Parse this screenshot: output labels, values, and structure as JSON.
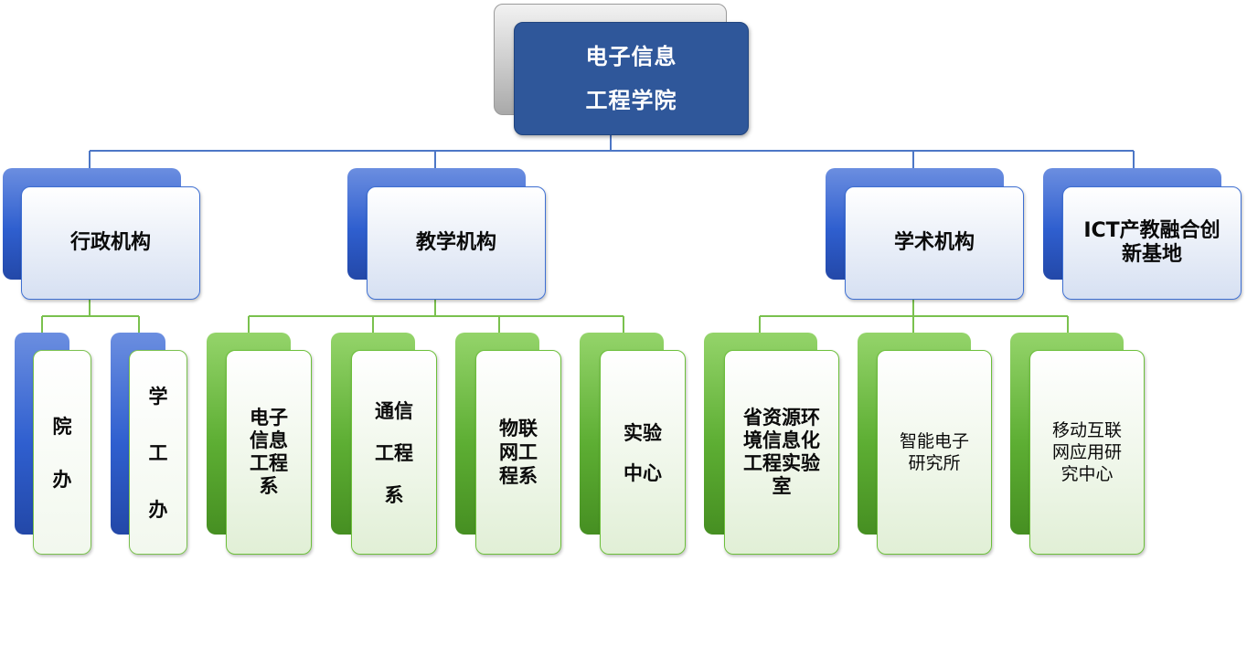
{
  "root": {
    "line1": "电子信息",
    "line2": "工程学院"
  },
  "branches": [
    {
      "label": "行政机构"
    },
    {
      "label": "教学机构"
    },
    {
      "label": "学术机构"
    },
    {
      "label_line1": "ICT产教融合创",
      "label_line2": "新基地"
    }
  ],
  "admin_units": [
    {
      "chars": [
        "院",
        "办"
      ]
    },
    {
      "chars": [
        "学",
        "工",
        "办"
      ]
    }
  ],
  "teaching_units": [
    {
      "lines": [
        "电子",
        "信息",
        "工程",
        "系"
      ]
    },
    {
      "lines": [
        "通信",
        "工程",
        "系"
      ]
    },
    {
      "lines": [
        "物联",
        "网工",
        "程系"
      ]
    },
    {
      "lines": [
        "实验",
        "中心"
      ]
    }
  ],
  "academic_units": [
    {
      "lines": [
        "省资源环",
        "境信息化",
        "工程实验",
        "室"
      ]
    },
    {
      "lines": [
        "智能电子",
        "研究所"
      ]
    },
    {
      "lines": [
        "移动互联",
        "网应用研",
        "究中心"
      ]
    }
  ],
  "colors": {
    "root_fill": "#2f579a",
    "blue_accent": "#2f5fcf",
    "green_accent": "#5dae33",
    "line_blue": "#4d77c6",
    "line_green": "#7ac14e"
  }
}
